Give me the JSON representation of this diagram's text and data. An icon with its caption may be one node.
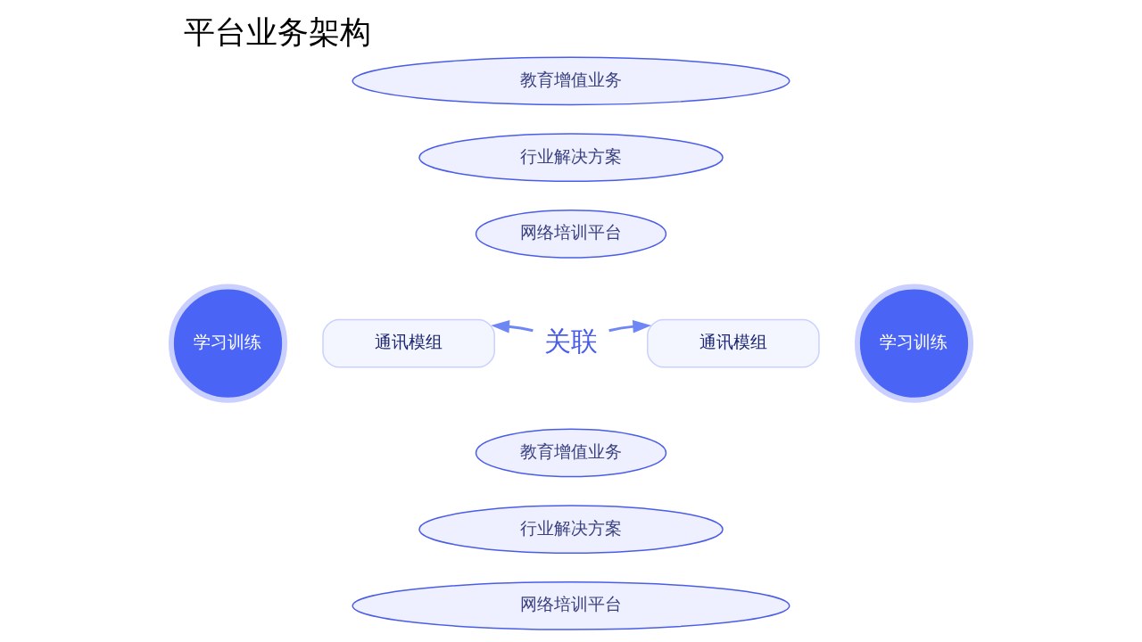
{
  "diagram": {
    "title": "平台业务架构",
    "nodes": [
      {
        "text": [
          "教育增值业务"
        ]
      },
      {
        "text": [
          "行业解决方案"
        ]
      },
      {
        "text": [
          "网络培训平台"
        ]
      },
      {
        "text": [
          "学习训练"
        ]
      },
      {
        "text": [
          "通讯模组"
        ]
      },
      {
        "text": [
          "关联"
        ]
      },
      {
        "text": [
          "通讯模组"
        ]
      },
      {
        "text": [
          "学习训练"
        ]
      },
      {
        "text": [
          "教育增值业务"
        ]
      },
      {
        "text": [
          "行业解决方案"
        ]
      },
      {
        "text": [
          "网络培训平台"
        ]
      }
    ],
    "edges": [
      {
        "from": 5,
        "to": 4,
        "arrow": "to"
      },
      {
        "from": 5,
        "to": 6,
        "arrow": "to"
      }
    ]
  }
}
